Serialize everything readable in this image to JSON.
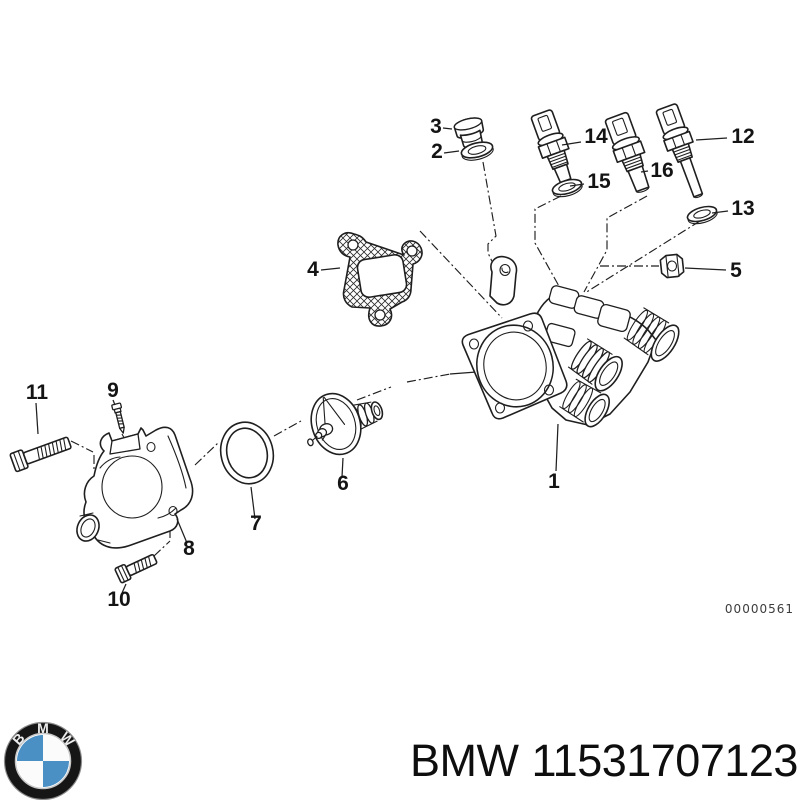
{
  "diagram": {
    "drawing_number": "00000561",
    "callouts": [
      "1",
      "2",
      "3",
      "4",
      "5",
      "6",
      "7",
      "8",
      "9",
      "10",
      "11",
      "12",
      "13",
      "14",
      "15",
      "16"
    ]
  },
  "footer": {
    "brand": "BMW",
    "part_number": "11531707123"
  },
  "logo": {
    "letters": [
      "B",
      "M",
      "W"
    ],
    "blue": "#4a90c4",
    "ring_color": "#161616"
  }
}
